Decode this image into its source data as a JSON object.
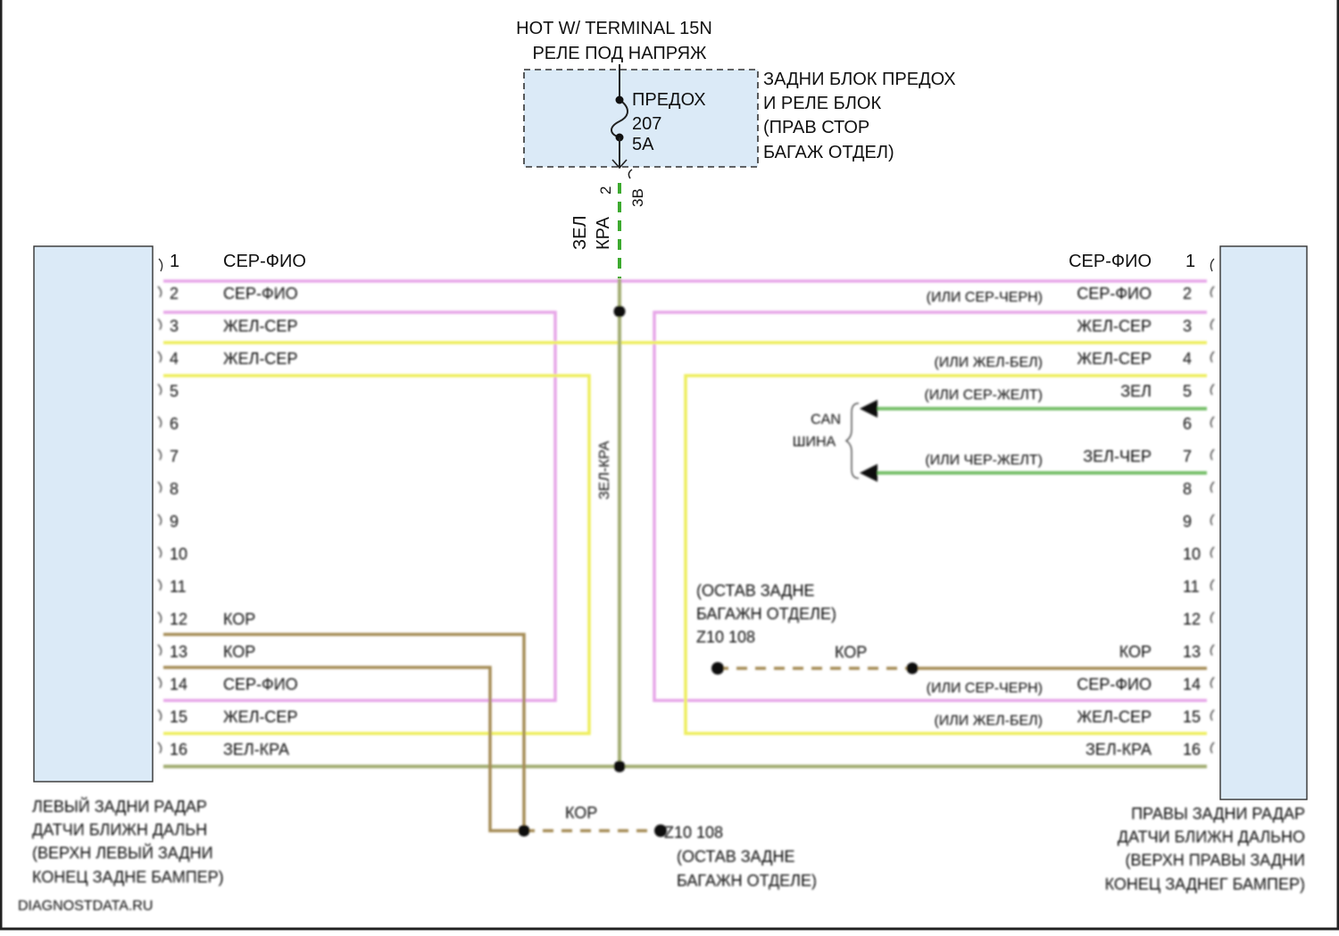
{
  "colors": {
    "ser_fio": "#e7a6e8",
    "zhel_ser": "#eeee5c",
    "zel_kra": "#a3ad73",
    "zel": "#77c06a",
    "kor": "#a58c57",
    "splice": "#111111",
    "block_fill": "#dbeaf7"
  },
  "power": {
    "line1": "HOT W/ TERMINAL 15N",
    "line2": "РЕЛЕ ПОД НАПРЯЖ"
  },
  "fuse": {
    "label": "ПРЕДОХ",
    "number": "207",
    "rating": "5A"
  },
  "fuse_box": {
    "lines": [
      "ЗАДНИ БЛОК ПРЕДОХ",
      "И РЕЛЕ БЛОК",
      "(ПРАВ СТОР",
      "БАГАЖ ОТДЕЛ)"
    ]
  },
  "fuse_connector": {
    "pin": "2",
    "connector": "3B"
  },
  "trunk_wire": {
    "color_line1": "ЗЕЛ",
    "color_line2": "КРА",
    "vertical_label": "ЗЕЛ-КРА"
  },
  "left_module": {
    "caption": [
      "ЛЕВЫЙ ЗАДНИ РАДАР",
      "ДАТЧИ БЛИЖН ДАЛЬН",
      "(ВЕРХН ЛЕВЫЙ ЗАДНИ",
      "КОНЕЦ ЗАДНЕ БАМПЕР)"
    ],
    "pins": [
      {
        "pin": "1",
        "wire": "СЕР-ФИО"
      },
      {
        "pin": "2",
        "wire": "СЕР-ФИО"
      },
      {
        "pin": "3",
        "wire": "ЖЕЛ-СЕР"
      },
      {
        "pin": "4",
        "wire": "ЖЕЛ-СЕР"
      },
      {
        "pin": "5",
        "wire": ""
      },
      {
        "pin": "6",
        "wire": ""
      },
      {
        "pin": "7",
        "wire": ""
      },
      {
        "pin": "8",
        "wire": ""
      },
      {
        "pin": "9",
        "wire": ""
      },
      {
        "pin": "10",
        "wire": ""
      },
      {
        "pin": "11",
        "wire": ""
      },
      {
        "pin": "12",
        "wire": "КОР"
      },
      {
        "pin": "13",
        "wire": "КОР"
      },
      {
        "pin": "14",
        "wire": "СЕР-ФИО"
      },
      {
        "pin": "15",
        "wire": "ЖЕЛ-СЕР"
      },
      {
        "pin": "16",
        "wire": "ЗЕЛ-КРА"
      }
    ]
  },
  "right_module": {
    "caption": [
      "ПРАВЫ ЗАДНИ РАДАР",
      "ДАТЧИ БЛИЖН ДАЛЬНО",
      "(ВЕРХН ПРАВЫ ЗАДНИ",
      "КОНЕЦ ЗАДНЕГ БАМПЕР)"
    ],
    "pins": [
      {
        "pin": "1",
        "wire": "СЕР-ФИО",
        "note": ""
      },
      {
        "pin": "2",
        "wire": "СЕР-ФИО",
        "note": "(ИЛИ СЕР-ЧЕРН)"
      },
      {
        "pin": "3",
        "wire": "ЖЕЛ-СЕР",
        "note": ""
      },
      {
        "pin": "4",
        "wire": "ЖЕЛ-СЕР",
        "note": "(ИЛИ ЖЕЛ-БЕЛ)"
      },
      {
        "pin": "5",
        "wire": "ЗЕЛ",
        "note": "(ИЛИ СЕР-ЖЕЛТ)"
      },
      {
        "pin": "6",
        "wire": "",
        "note": ""
      },
      {
        "pin": "7",
        "wire": "ЗЕЛ-ЧЕР",
        "note": "(ИЛИ ЧЕР-ЖЕЛТ)"
      },
      {
        "pin": "8",
        "wire": "",
        "note": ""
      },
      {
        "pin": "9",
        "wire": "",
        "note": ""
      },
      {
        "pin": "10",
        "wire": "",
        "note": ""
      },
      {
        "pin": "11",
        "wire": "",
        "note": ""
      },
      {
        "pin": "12",
        "wire": "",
        "note": ""
      },
      {
        "pin": "13",
        "wire": "КОР",
        "note": ""
      },
      {
        "pin": "14",
        "wire": "СЕР-ФИО",
        "note": "(ИЛИ СЕР-ЧЕРН)"
      },
      {
        "pin": "15",
        "wire": "ЖЕЛ-СЕР",
        "note": "(ИЛИ ЖЕЛ-БЕЛ)"
      },
      {
        "pin": "16",
        "wire": "ЗЕЛ-КРА",
        "note": ""
      }
    ]
  },
  "can_bus": {
    "line1": "CAN",
    "line2": "ШИНА"
  },
  "ground_right": {
    "lines": [
      "(ОСТАВ ЗАДНЕ",
      "БАГАЖН ОТДЕЛЕ)",
      "Z10 108"
    ],
    "wire": "КОР"
  },
  "ground_bottom": {
    "wire": "КОР",
    "id": "Z10 108",
    "lines": [
      "(ОСТАВ ЗАДНЕ",
      "БАГАЖН ОТДЕЛЕ)"
    ]
  },
  "watermark": "DIAGNOSTDATA.RU"
}
